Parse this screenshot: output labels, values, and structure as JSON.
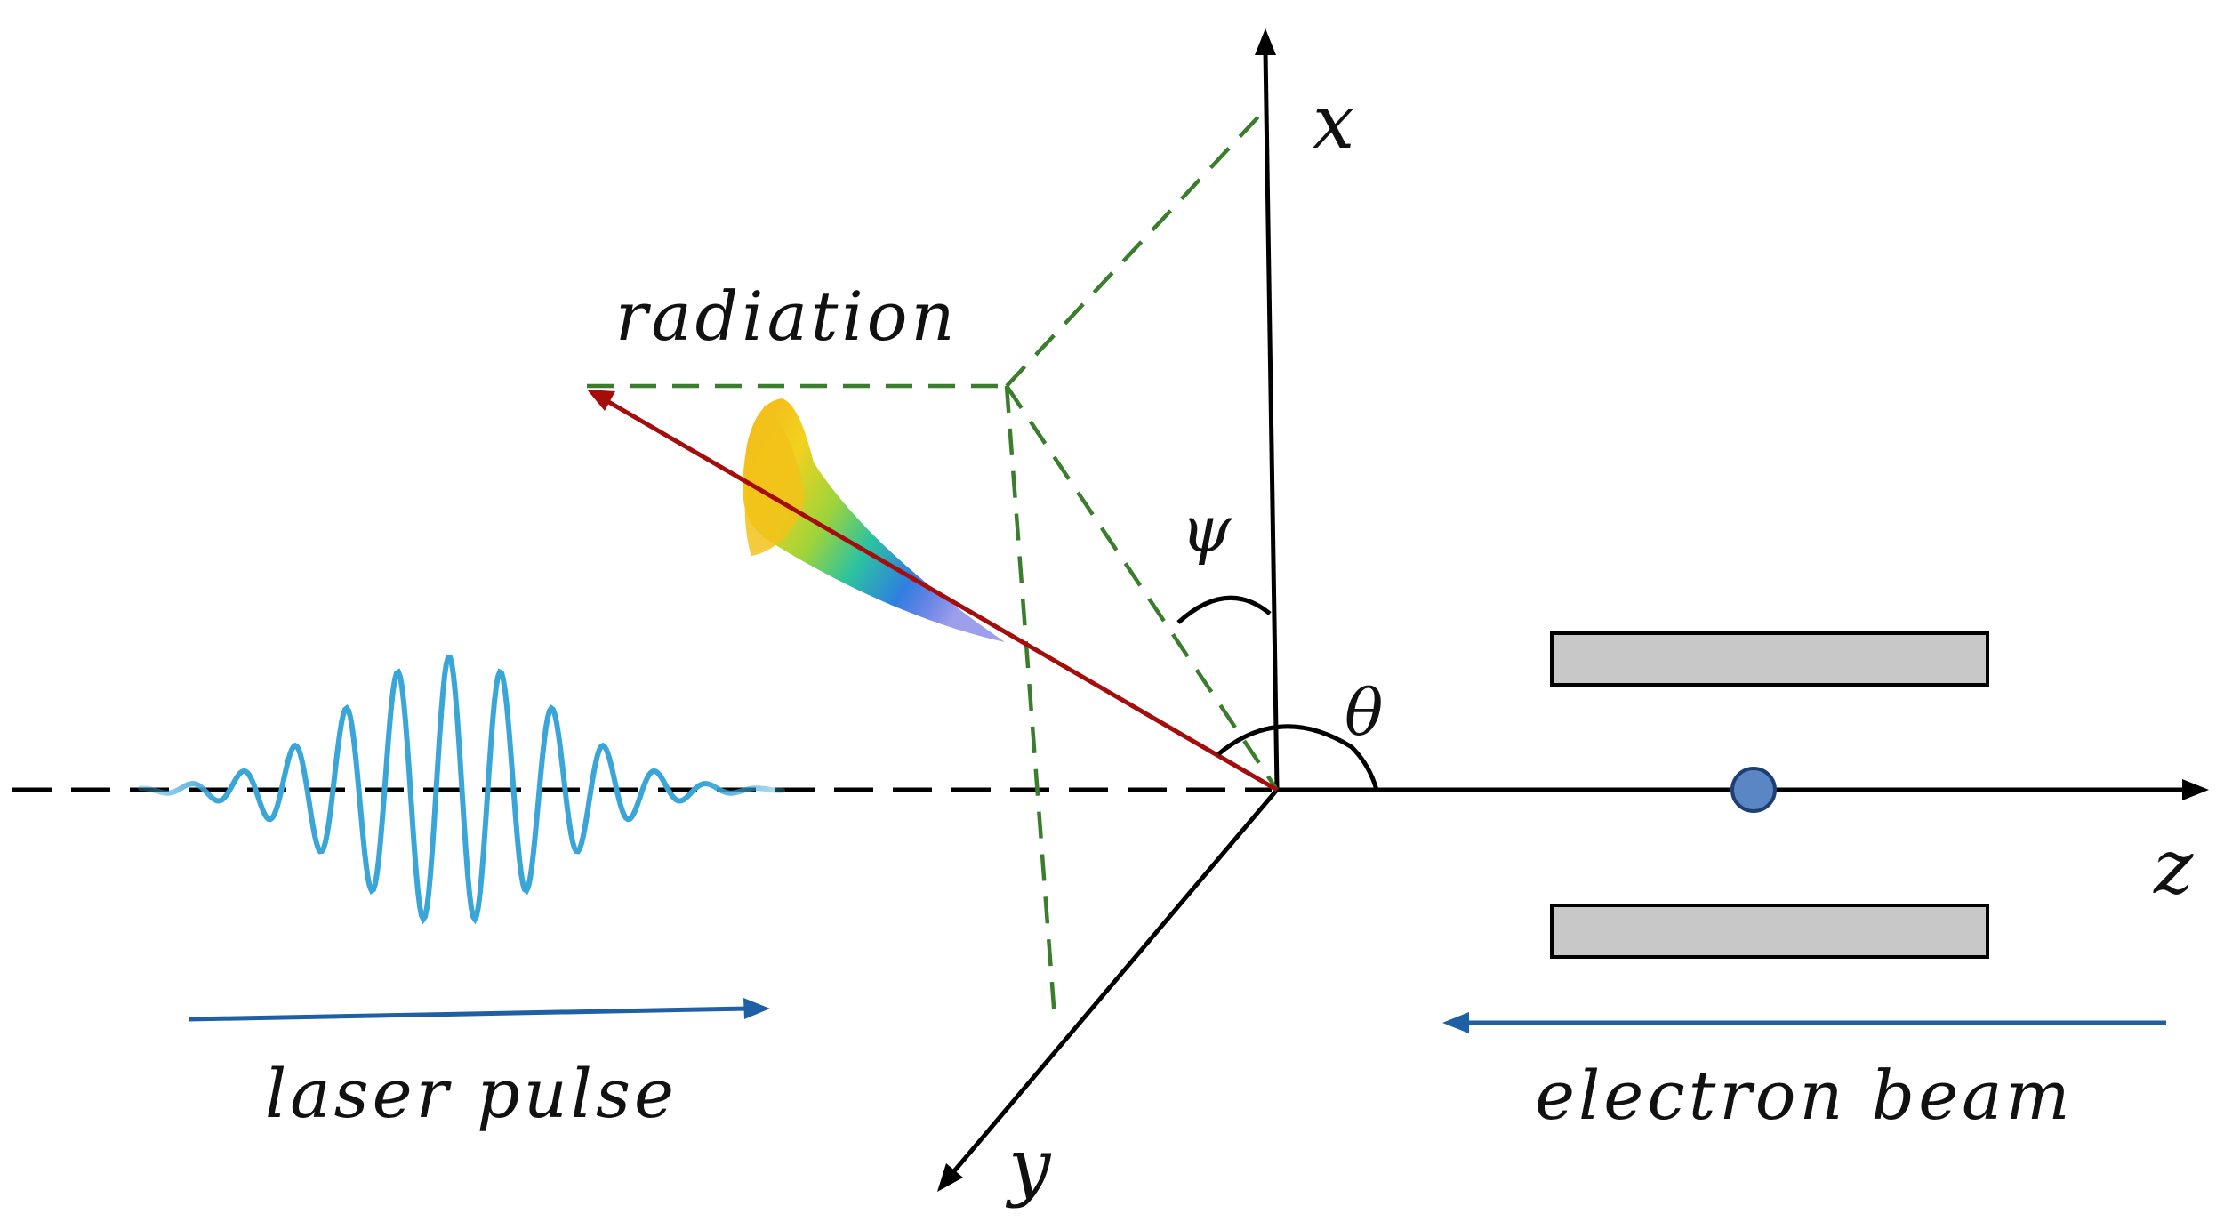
{
  "labels": {
    "x_axis": "x",
    "y_axis": "y",
    "z_axis": "z",
    "psi": "ψ",
    "theta": "θ",
    "radiation": "radiation",
    "laser_pulse": "laser pulse",
    "electron_beam": "electron beam"
  },
  "colors": {
    "axis": "#000000",
    "projection_dash": "#3a7d2c",
    "radiation_arrow": "#a50d0d",
    "laser_wave": "#3aa6d8",
    "direction_arrow": "#1f5fa6",
    "undulator_fill": "#c8c8c8",
    "electron_fill": "#5b86c4"
  },
  "icons": {
    "radiation_cone": "rainbow-cone-icon",
    "electron": "electron-dot-icon",
    "laser_wave": "laser-wave-icon"
  }
}
